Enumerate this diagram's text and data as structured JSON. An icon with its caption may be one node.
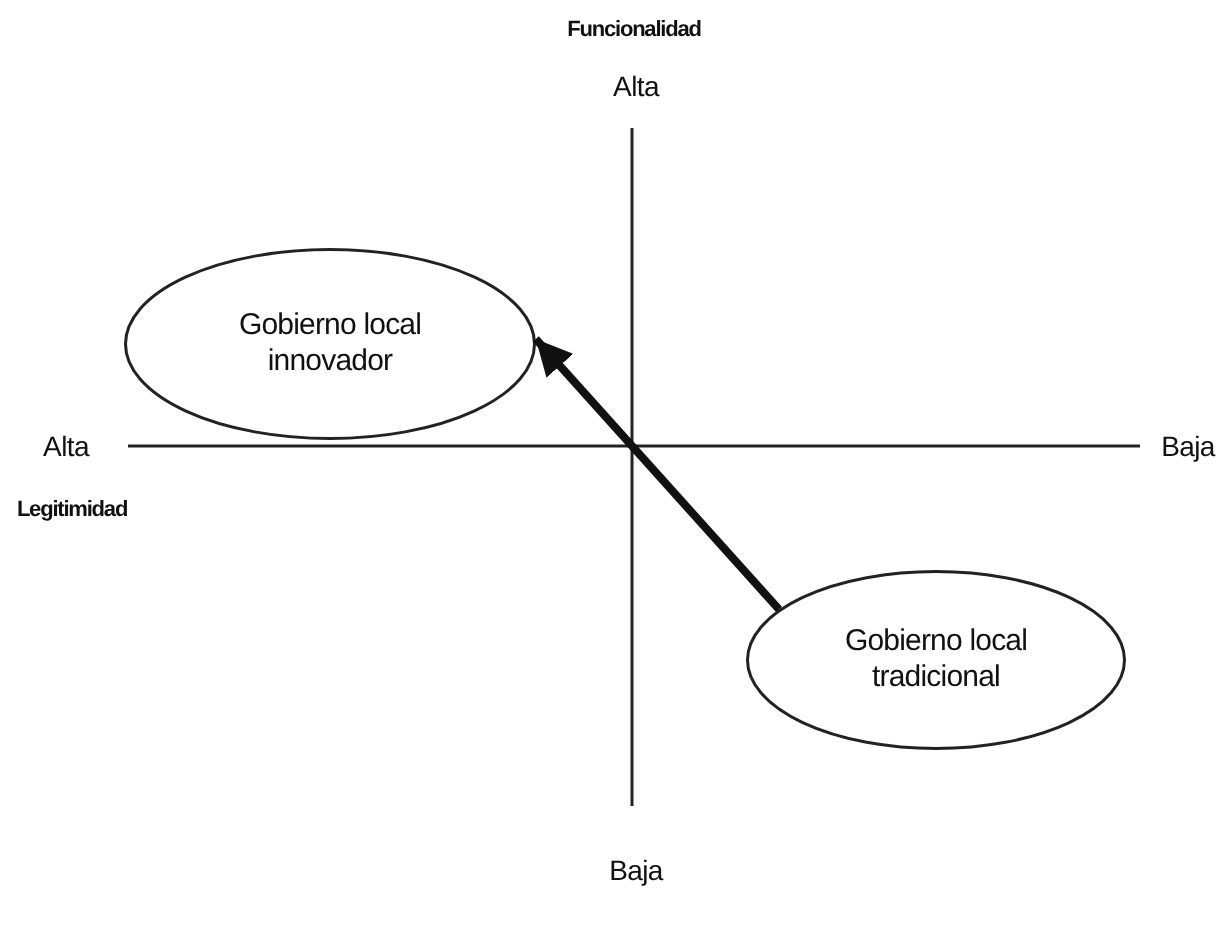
{
  "diagram": {
    "nodes": [
      {
        "text": [
          "Gobierno local innovador"
        ]
      },
      {
        "text": [
          "Gobierno local tradicional"
        ]
      }
    ],
    "edges": [
      {
        "from": 1,
        "to": 0,
        "arrow": "to"
      }
    ],
    "labels": [
      "Funcionalidad",
      "Alta",
      "Alta",
      "Baja",
      "Legitimidad",
      "Baja"
    ]
  }
}
